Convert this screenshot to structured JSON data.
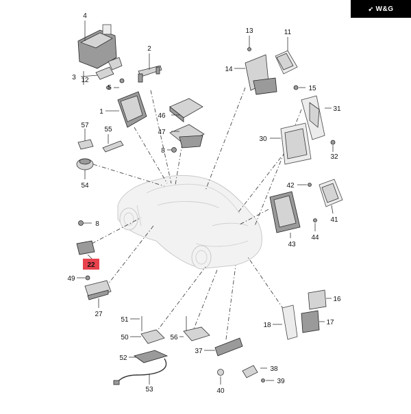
{
  "brand": {
    "logo_text": "W&G",
    "logo_mark": "wing-icon"
  },
  "callouts": [
    "1",
    "2",
    "3",
    "4",
    "5",
    "8",
    "11",
    "12",
    "13",
    "14",
    "15",
    "16",
    "17",
    "18",
    "22",
    "27",
    "30",
    "31",
    "32",
    "37",
    "38",
    "39",
    "40",
    "41",
    "42",
    "43",
    "44",
    "46",
    "47",
    "49",
    "50",
    "51",
    "52",
    "53",
    "54",
    "55",
    "56",
    "57"
  ],
  "highlighted": "22",
  "colors": {
    "highlight": "#e8424d",
    "badge_bg": "#000000",
    "badge_fg": "#ffffff"
  }
}
